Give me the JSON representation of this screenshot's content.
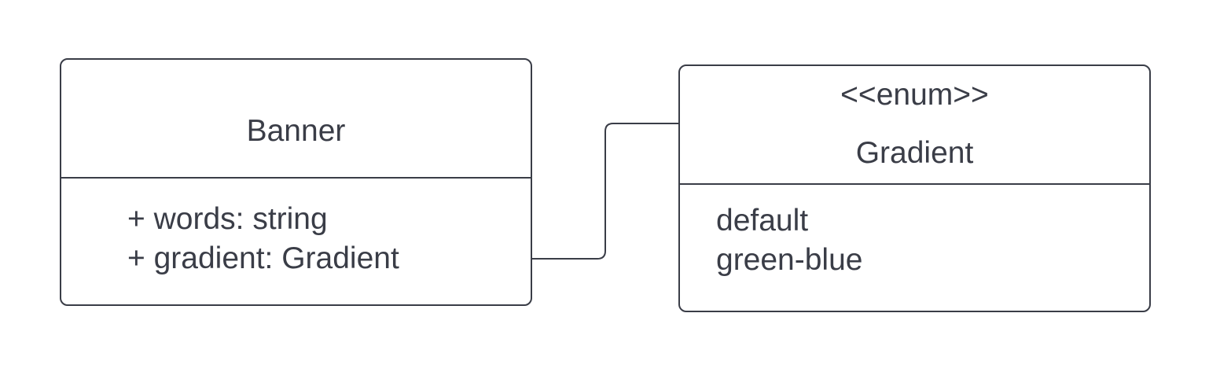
{
  "diagram": {
    "classes": [
      {
        "id": "banner",
        "stereotype": "",
        "name": "Banner",
        "members": [
          "+ words: string",
          "+ gradient: Gradient"
        ]
      },
      {
        "id": "gradient",
        "stereotype": "<<enum>>",
        "name": "Gradient",
        "members": [
          "default",
          "green-blue"
        ]
      }
    ],
    "colors": {
      "stroke": "#3a3d47",
      "text": "#3a3d47",
      "background": "#ffffff"
    }
  }
}
